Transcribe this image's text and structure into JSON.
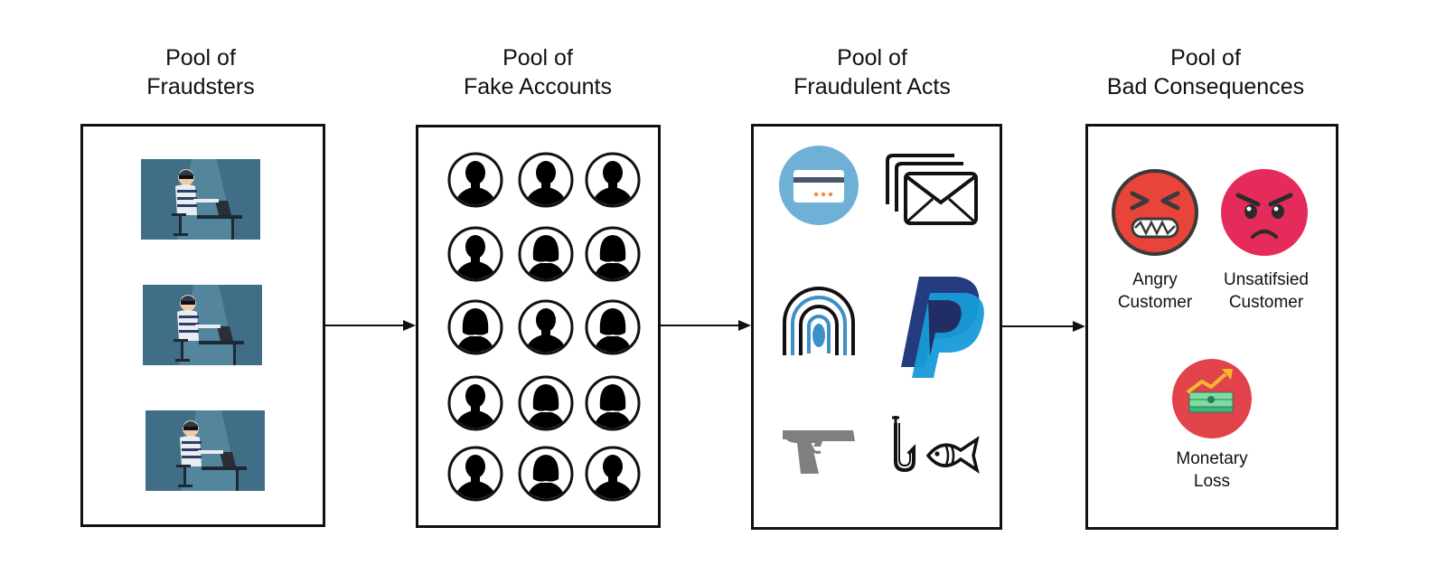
{
  "headings": [
    {
      "line1": "Pool of",
      "line2": "Fraudsters"
    },
    {
      "line1": "Pool of",
      "line2": "Fake Accounts"
    },
    {
      "line1": "Pool of",
      "line2": "Fraudulent Acts"
    },
    {
      "line1": "Pool of",
      "line2": "Bad Consequences"
    }
  ],
  "fraudsters": {
    "count": 3,
    "icon": "hacker-at-laptop-icon"
  },
  "fake_accounts": {
    "icon": "person-silhouette-icon",
    "grid": [
      [
        "male",
        "male",
        "male"
      ],
      [
        "male",
        "female",
        "female"
      ],
      [
        "female",
        "male",
        "female"
      ],
      [
        "male",
        "female",
        "female"
      ],
      [
        "male",
        "female",
        "male"
      ]
    ]
  },
  "fraudulent_acts": {
    "icons": [
      "credit-card-icon",
      "mail-stack-icon",
      "fingerprint-icon",
      "paypal-icon",
      "handgun-icon",
      "phishing-hook-icon"
    ]
  },
  "consequences": {
    "angry": {
      "line1": "Angry",
      "line2": "Customer"
    },
    "unsatisfied": {
      "line1": "Unsatifsied",
      "line2": "Customer"
    },
    "money": {
      "line1": "Monetary",
      "line2": "Loss"
    }
  },
  "colors": {
    "scene_bg": "#3f6e86",
    "card_circle": "#6fb1d6",
    "angry_face": "#e8443a",
    "unsatisfied_face": "#e52b5a",
    "money_circle": "#e2434b",
    "paypal_dark": "#253b80",
    "paypal_light": "#179bd7"
  }
}
